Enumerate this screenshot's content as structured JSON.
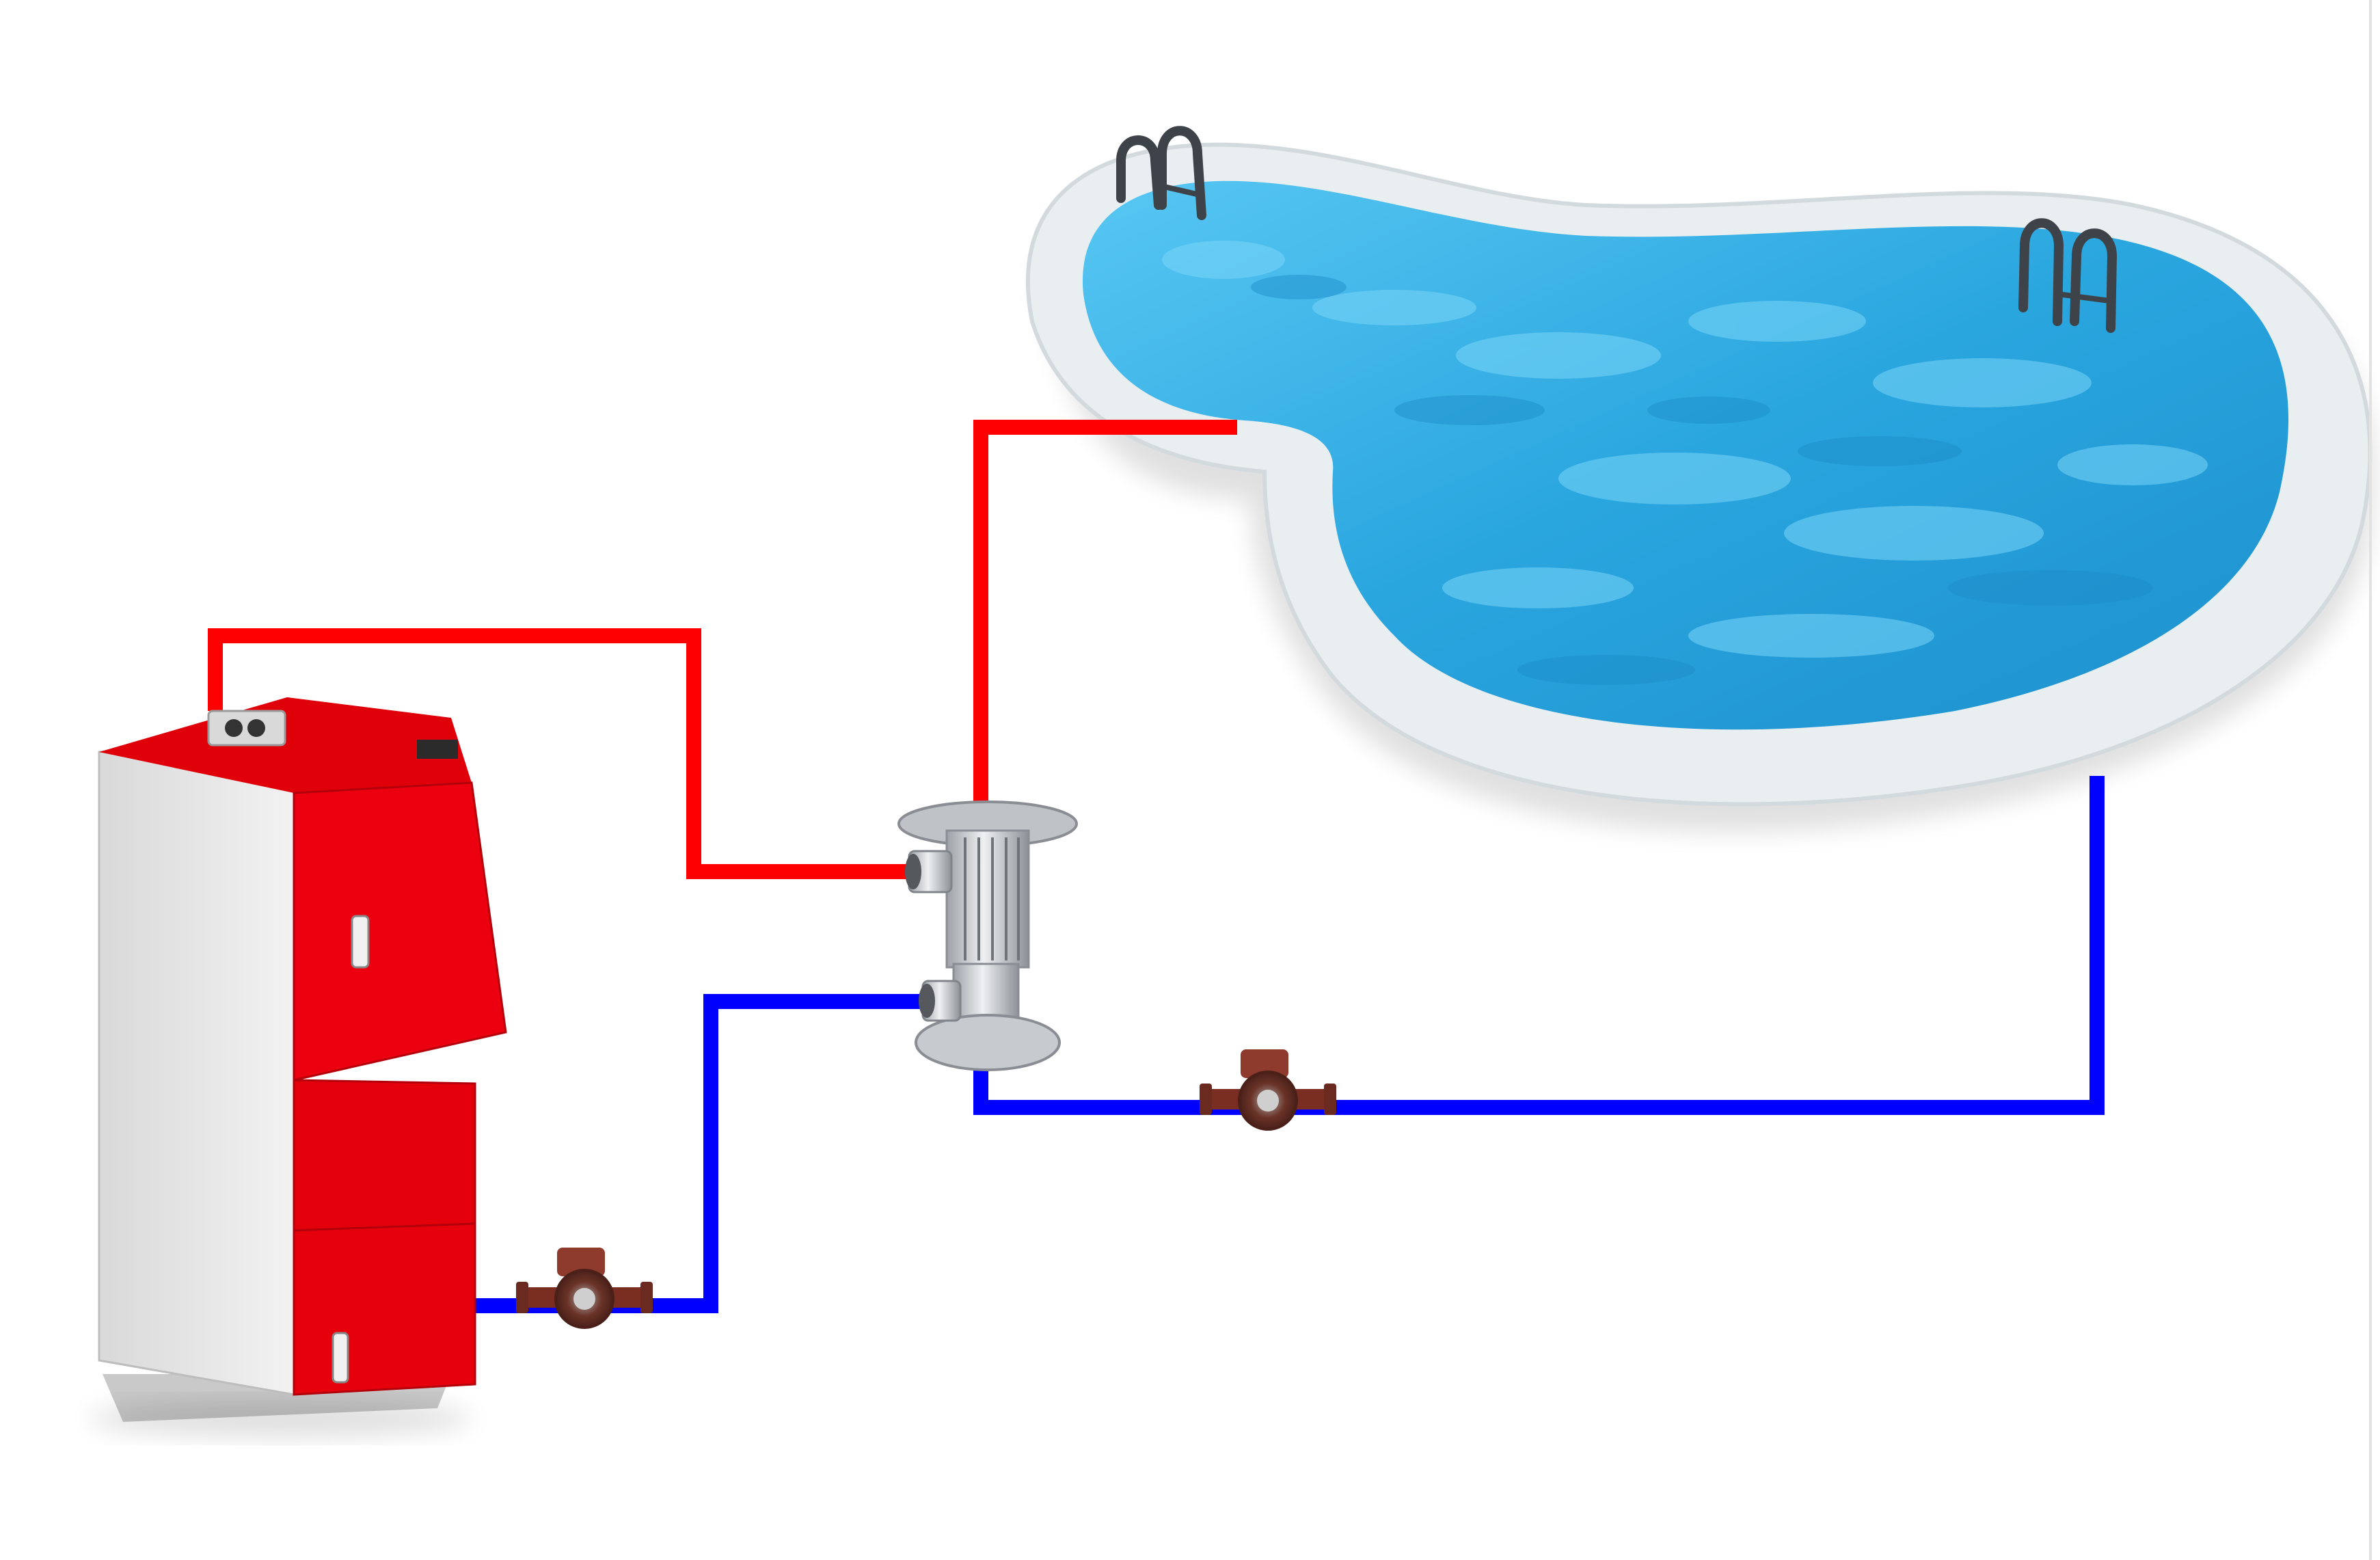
{
  "diagram": {
    "components": [
      {
        "id": "boiler",
        "name": "solid-fuel-boiler"
      },
      {
        "id": "pump1",
        "name": "circulation-pump-boiler-loop"
      },
      {
        "id": "exchanger",
        "name": "heat-exchanger"
      },
      {
        "id": "pump2",
        "name": "circulation-pump-pool-loop"
      },
      {
        "id": "pool",
        "name": "swimming-pool"
      }
    ],
    "pipes": [
      {
        "id": "boiler-supply",
        "kind": "hot",
        "from": "boiler",
        "to": "exchanger"
      },
      {
        "id": "boiler-return",
        "kind": "cold",
        "from": "exchanger",
        "to": "boiler",
        "via": "pump1"
      },
      {
        "id": "pool-supply",
        "kind": "hot",
        "from": "exchanger",
        "to": "pool"
      },
      {
        "id": "pool-return",
        "kind": "cold",
        "from": "pool",
        "to": "exchanger",
        "via": "pump2"
      }
    ],
    "colors": {
      "hot": "#ff0000",
      "cold": "#0000ff",
      "boiler_body": "#e8000b",
      "boiler_side": "#e4e4e4",
      "pool_water": "#2aa6df",
      "pool_rim": "#e9eef1",
      "pump_body": "#8e3a2c",
      "steel": "#c9ccd1"
    }
  }
}
